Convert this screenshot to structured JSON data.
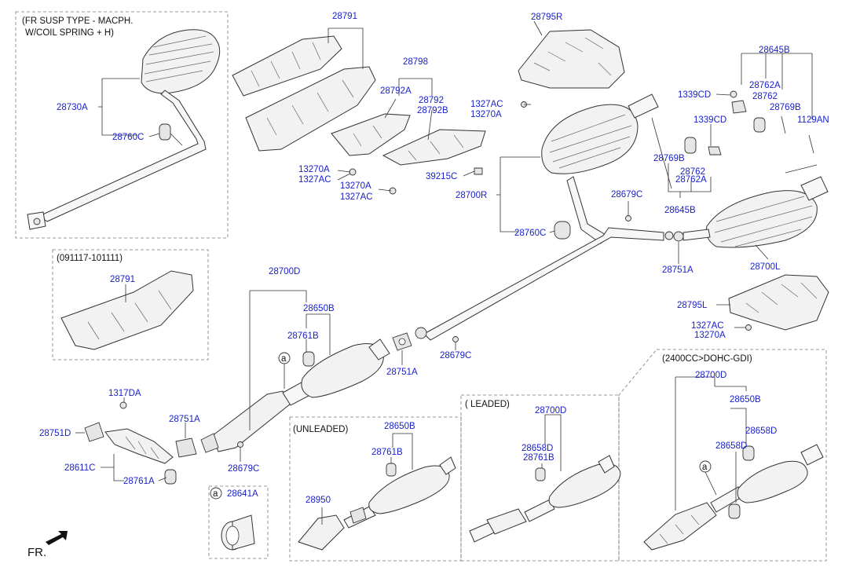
{
  "captions": {
    "fr_susp": "(FR SUSP TYPE - MACPH.",
    "fr_susp2": "W/COIL SPRING + H)",
    "date_range": "(091117-101111)",
    "unleaded": "(UNLEADED)",
    "leaded": "(  LEADED)",
    "engine": "(2400CC>DOHC-GDI)",
    "ref_a": "a",
    "front": "FR."
  },
  "labels": {
    "p28791_top": "28791",
    "p28795R": "28795R",
    "p28645B_top": "28645B",
    "p28730A": "28730A",
    "p28798": "28798",
    "p28792A": "28792A",
    "p28792": "28792",
    "p28792B": "28792B",
    "p1327AC_r": "1327AC",
    "p13270A_r": "13270A",
    "p1339CD_1": "1339CD",
    "p28762A_1": "28762A",
    "p28762_1": "28762",
    "p28769B_1": "28769B",
    "p1129AN": "1129AN",
    "p1339CD_2": "1339CD",
    "p28760C_1": "28760C",
    "p13270A_1": "13270A",
    "p1327AC_1": "1327AC",
    "p13270A_2": "13270A",
    "p1327AC_2": "1327AC",
    "p39215C": "39215C",
    "p28769B_2": "28769B",
    "p28762_2": "28762",
    "p28762A_2": "28762A",
    "p28700R": "28700R",
    "p28679C_1": "28679C",
    "p28645B_2": "28645B",
    "p28760C_2": "28760C",
    "p28751A_1": "28751A",
    "p28700L": "28700L",
    "p28791_2": "28791",
    "p28700D_1": "28700D",
    "p28650B_1": "28650B",
    "p28795L": "28795L",
    "p1327AC_3": "1327AC",
    "p13270A_3": "13270A",
    "p28761B_1": "28761B",
    "p28751A_2": "28751A",
    "p28679C_2": "28679C",
    "p28700D_4": "28700D",
    "p1317DA": "1317DA",
    "p28751A_3": "28751A",
    "p28751D": "28751D",
    "p28611C": "28611C",
    "p28761A": "28761A",
    "p28679C_3": "28679C",
    "p28641A": "28641A",
    "p28650B_2": "28650B",
    "p28761B_2": "28761B",
    "p28950": "28950",
    "p28700D_2": "28700D",
    "p28658D_1": "28658D",
    "p28761B_3": "28761B",
    "p28650B_3": "28650B",
    "p28658D_2": "28658D",
    "p28658D_3": "28658D"
  }
}
